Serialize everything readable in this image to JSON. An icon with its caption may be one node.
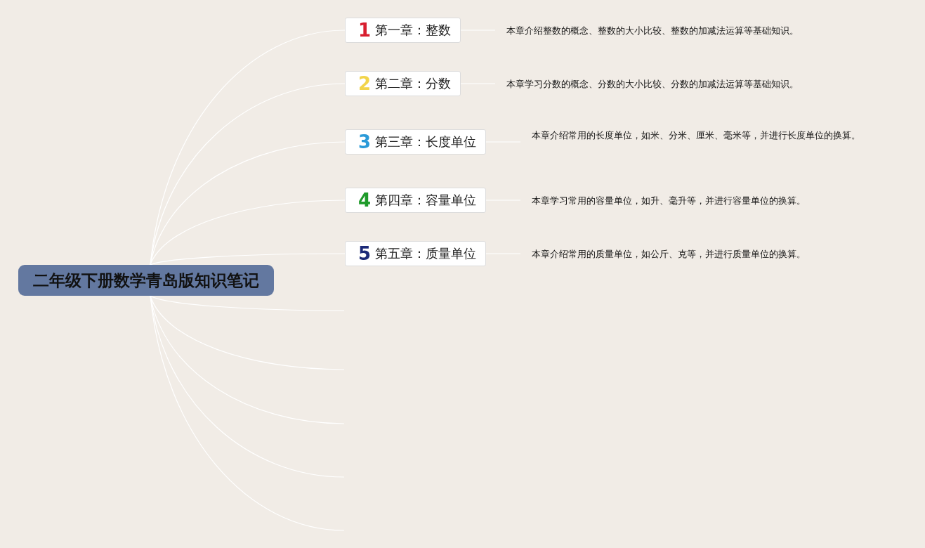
{
  "diagram": {
    "nodes": [
      {
        "text": [
          "二年级下册数学青岛版知识笔记"
        ]
      },
      {
        "text": [
          "1",
          "第一章：整数"
        ]
      },
      {
        "text": [
          "2",
          "第二章：分数"
        ]
      },
      {
        "text": [
          "3",
          "第三章：长度单位"
        ]
      },
      {
        "text": [
          "4",
          "第四章：容量单位"
        ]
      },
      {
        "text": [
          "5",
          "第五章：质量单位"
        ]
      },
      {
        "text": [
          "本章介绍整数的概念、整数的大小比较、整数的加减法运算等基础知识。"
        ]
      },
      {
        "text": [
          "本章学习分数的概念、分数的大小比较、分数的加减法运算等基础知识。"
        ]
      },
      {
        "text": [
          "本章介绍常用的长度单位，如米、分米、厘米、毫米等，并进行长度单位的换算。"
        ]
      },
      {
        "text": [
          "本章学习常用的容量单位，如升、毫升等，并进行容量单位的换算。"
        ]
      },
      {
        "text": [
          "本章介绍常用的质量单位，如公斤、克等，并进行质量单位的换算。"
        ]
      }
    ],
    "edges": [
      {
        "from": 0,
        "to": 1,
        "arrow": "none"
      },
      {
        "from": 0,
        "to": 2,
        "arrow": "none"
      },
      {
        "from": 0,
        "to": 3,
        "arrow": "none"
      },
      {
        "from": 0,
        "to": 4,
        "arrow": "none"
      },
      {
        "from": 0,
        "to": 5,
        "arrow": "none"
      },
      {
        "from": 0,
        "to": null,
        "arrow": "none"
      },
      {
        "from": 0,
        "to": null,
        "arrow": "none"
      },
      {
        "from": 0,
        "to": null,
        "arrow": "none"
      },
      {
        "from": 0,
        "to": null,
        "arrow": "none"
      },
      {
        "from": 0,
        "to": null,
        "arrow": "none"
      },
      {
        "from": 1,
        "to": 6,
        "arrow": "none"
      },
      {
        "from": 2,
        "to": 7,
        "arrow": "none"
      },
      {
        "from": 3,
        "to": 8,
        "arrow": "none"
      },
      {
        "from": 4,
        "to": 9,
        "arrow": "none"
      },
      {
        "from": 5,
        "to": 10,
        "arrow": "none"
      }
    ]
  }
}
